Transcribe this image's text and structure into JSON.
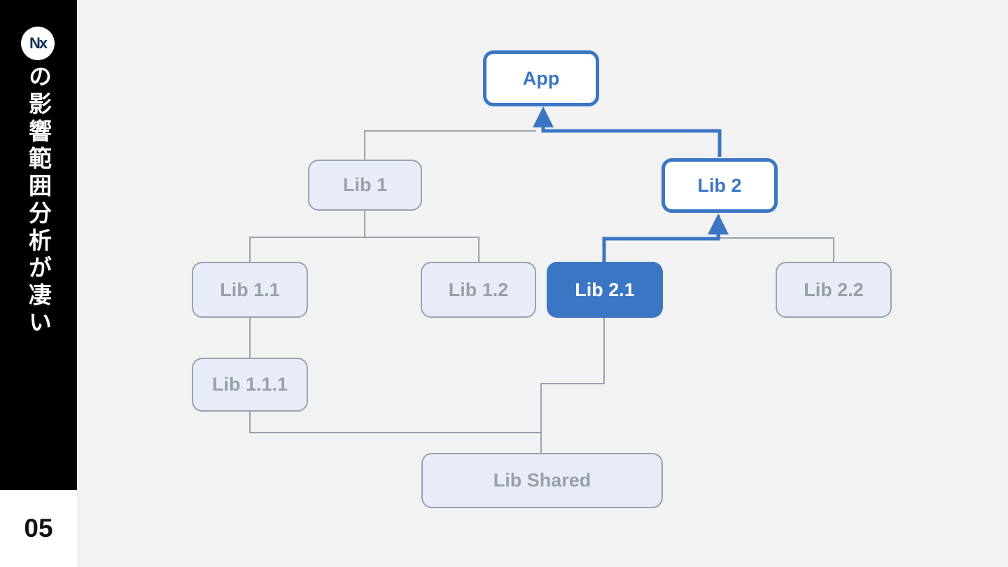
{
  "sidebar": {
    "logo_text": "Nx",
    "vertical_title": "の影響範囲分析が凄い",
    "page_number": "05"
  },
  "diagram": {
    "nodes": [
      {
        "id": "app",
        "label": "App",
        "style": "highlight-outline"
      },
      {
        "id": "lib1",
        "label": "Lib 1",
        "style": "muted"
      },
      {
        "id": "lib2",
        "label": "Lib 2",
        "style": "highlight-outline"
      },
      {
        "id": "lib11",
        "label": "Lib 1.1",
        "style": "muted"
      },
      {
        "id": "lib12",
        "label": "Lib 1.2",
        "style": "muted"
      },
      {
        "id": "lib21",
        "label": "Lib 2.1",
        "style": "highlight-filled"
      },
      {
        "id": "lib22",
        "label": "Lib 2.2",
        "style": "muted"
      },
      {
        "id": "lib111",
        "label": "Lib 1.1.1",
        "style": "muted"
      },
      {
        "id": "libshared",
        "label": "Lib Shared",
        "style": "muted"
      }
    ],
    "edges": [
      {
        "from": "lib1",
        "to": "app",
        "highlighted": false
      },
      {
        "from": "lib2",
        "to": "app",
        "highlighted": true
      },
      {
        "from": "lib11",
        "to": "lib1",
        "highlighted": false
      },
      {
        "from": "lib12",
        "to": "lib1",
        "highlighted": false
      },
      {
        "from": "lib21",
        "to": "lib2",
        "highlighted": true
      },
      {
        "from": "lib22",
        "to": "lib2",
        "highlighted": false
      },
      {
        "from": "lib111",
        "to": "lib11",
        "highlighted": false
      },
      {
        "from": "libshared",
        "to": "lib111",
        "highlighted": false
      },
      {
        "from": "libshared",
        "to": "lib21",
        "highlighted": false
      }
    ]
  },
  "colors": {
    "accent_blue": "#3b76c4",
    "muted_fill": "#e8ecf8",
    "muted_border": "#9ba1ab",
    "muted_text": "#9aa0a6",
    "background": "#f2f2f2",
    "sidebar_black": "#000000",
    "logo_navy": "#143055",
    "page_number_text": "#111111"
  }
}
